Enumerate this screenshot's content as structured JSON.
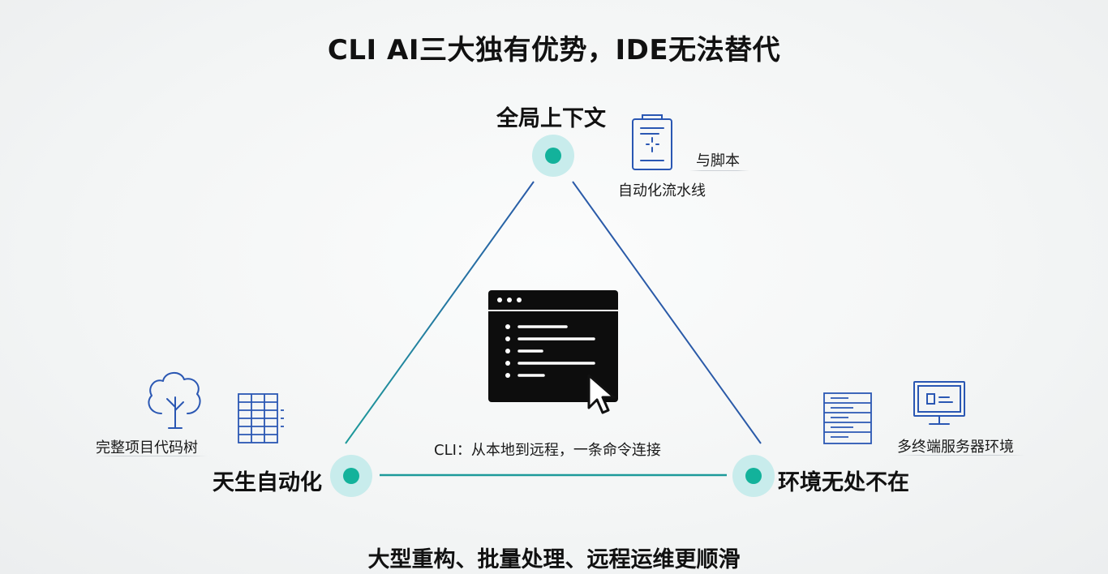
{
  "title": "CLI AI三大独有优势，IDE无法替代",
  "nodes": {
    "top": {
      "label": "全局上下文",
      "side_label_1": "与脚本",
      "side_label_2": "自动化流水线",
      "icon": "clipboard-icon"
    },
    "left": {
      "label": "天生自动化",
      "side_label": "完整项目代码树",
      "icons": [
        "tree-icon",
        "grid-table-icon"
      ]
    },
    "right": {
      "label": "环境无处不在",
      "side_label": "多终端服务器环境",
      "icons": [
        "server-rack-icon",
        "monitor-icon"
      ]
    }
  },
  "center": {
    "caption": "CLI：从本地到远程，一条命令连接",
    "icon": "terminal-window-icon"
  },
  "footer": "大型重构、批量处理、远程运维更顺滑",
  "colors": {
    "node_outer": "#c8ecec",
    "node_inner": "#13b29b",
    "line_blue": "#2a5aa8",
    "line_teal": "#1d9a9a",
    "icon_blue": "#2a57b3",
    "terminal_bg": "#0d0d0d"
  }
}
